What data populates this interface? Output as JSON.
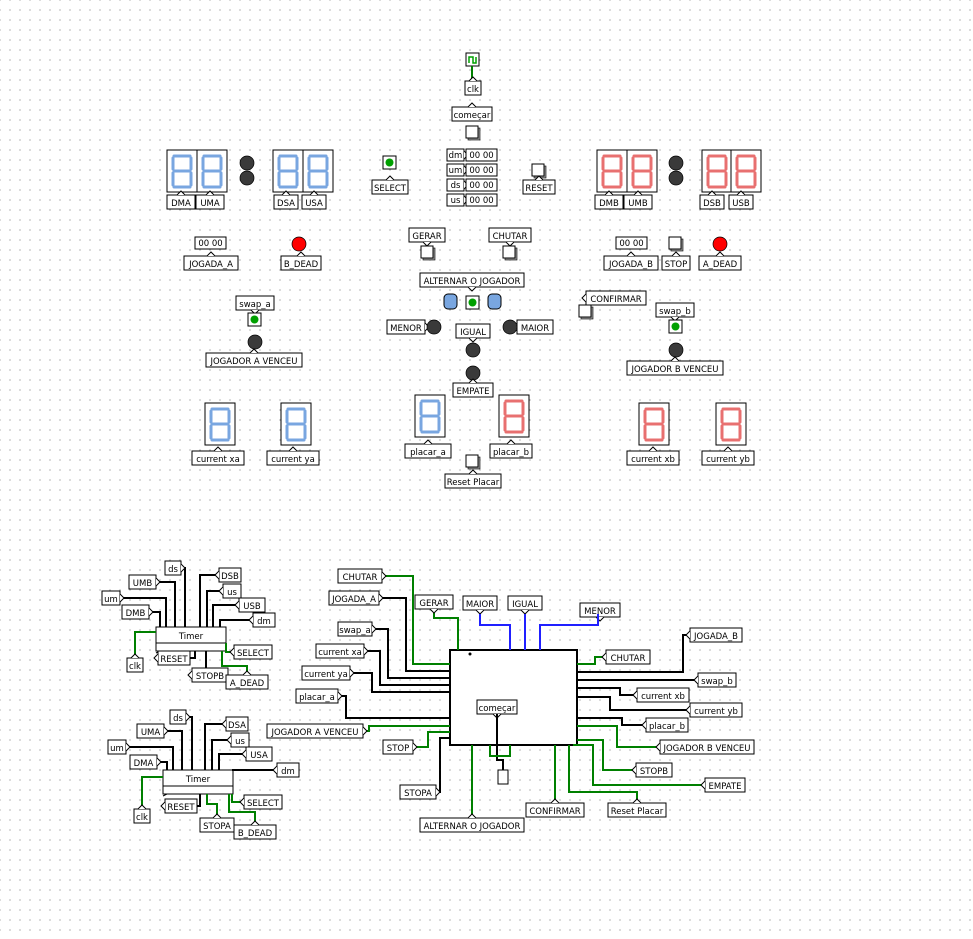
{
  "colors": {
    "wire_green": "#008000",
    "wire_blue": "#2020ff",
    "seg_blue": "#79a6e0",
    "seg_red": "#e87070",
    "led_red": "#ff0000",
    "led_off": "#3a3a3a",
    "pin_green": "#00a000"
  },
  "clock": {
    "label": "clk"
  },
  "start": {
    "label": "começar"
  },
  "counters": {
    "labels": [
      "dm",
      "um",
      "ds",
      "us"
    ],
    "value": "00 00"
  },
  "select_label": "SELECT",
  "reset_label": "RESET",
  "player_a": {
    "displays": [
      "DMA",
      "UMA",
      "DSA",
      "USA"
    ],
    "jogada": {
      "label": "JOGADA_A",
      "value": "00 00"
    },
    "dead": "B_DEAD",
    "swap": "swap_a",
    "won": "JOGADOR A VENCEU",
    "cur_x": "current xa",
    "cur_y": "current ya",
    "placar": "placar_a"
  },
  "player_b": {
    "displays": [
      "DMB",
      "UMB",
      "DSB",
      "USB"
    ],
    "jogada": {
      "label": "JOGADA_B",
      "value": "00 00"
    },
    "stop": "STOP",
    "dead": "A_DEAD",
    "swap": "swap_b",
    "won": "JOGADOR B VENCEU",
    "cur_x": "current xb",
    "cur_y": "current yb",
    "placar": "placar_b",
    "confirm": "CONFIRMAR"
  },
  "middle": {
    "gerar": "GERAR",
    "chutar": "CHUTAR",
    "alternar": "ALTERNAR O JOGADOR",
    "menor": "MENOR",
    "maior": "MAIOR",
    "igual": "IGUAL",
    "empate": "EMPATE",
    "reset_placar": "Reset Placar"
  },
  "timer_a": {
    "title": "Timer",
    "inputs": [
      "ds",
      "UMB",
      "um",
      "DMB",
      "clk",
      "RESET",
      "STOPB"
    ],
    "outputs": [
      "DSB",
      "us",
      "USB",
      "dm",
      "SELECT",
      "A_DEAD"
    ]
  },
  "timer_b": {
    "title": "Timer",
    "inputs": [
      "ds",
      "UMA",
      "um",
      "DMA",
      "clk",
      "RESET",
      "STOPA"
    ],
    "outputs": [
      "DSA",
      "us",
      "USA",
      "dm",
      "SELECT",
      "B_DEAD"
    ]
  },
  "main_circuit": {
    "inner_label": "começar",
    "left_pins": [
      "CHUTAR",
      "JOGADA_A",
      "GERAR",
      "swap_a",
      "current xa",
      "current ya",
      "placar_a",
      "JOGADOR A VENCEU",
      "STOP",
      "STOPA",
      "ALTERNAR O JOGADOR"
    ],
    "top_pins": [
      "MAIOR",
      "IGUAL",
      "MENOR"
    ],
    "right_pins": [
      "JOGADA_B",
      "CHUTAR",
      "swap_b",
      "current xb",
      "current yb",
      "placar_b",
      "JOGADOR B VENCEU",
      "STOPB",
      "EMPATE",
      "Reset Placar",
      "CONFIRMAR"
    ]
  }
}
